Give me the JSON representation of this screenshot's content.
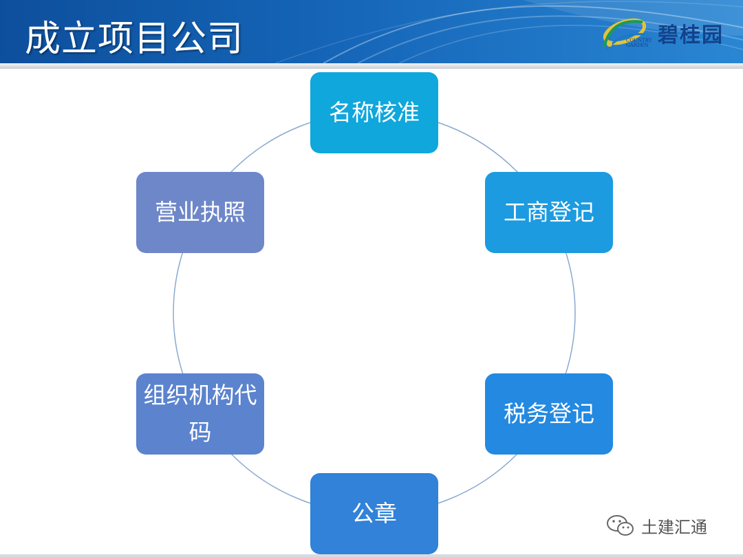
{
  "slide": {
    "title": "成立项目公司",
    "logo": {
      "name": "碧桂园",
      "sub_line1": "COUNTRY",
      "sub_line2": "GARDEN"
    }
  },
  "cycle": {
    "nodes": [
      {
        "label": "名称核准",
        "color": "#0fa7dc"
      },
      {
        "label": "工商登记",
        "color": "#1c9be0"
      },
      {
        "label": "税务登记",
        "color": "#2389e1"
      },
      {
        "label": "公章",
        "color": "#3182d8"
      },
      {
        "label": "组织机构代码",
        "color": "#5b83ce"
      },
      {
        "label": "营业执照",
        "color": "#6e87c9"
      }
    ]
  },
  "watermark": {
    "text": "土建汇通"
  },
  "colors": {
    "header_dark": "#0d4f9c",
    "header_light": "#2a86d3",
    "ring": "#8aa8d0"
  }
}
